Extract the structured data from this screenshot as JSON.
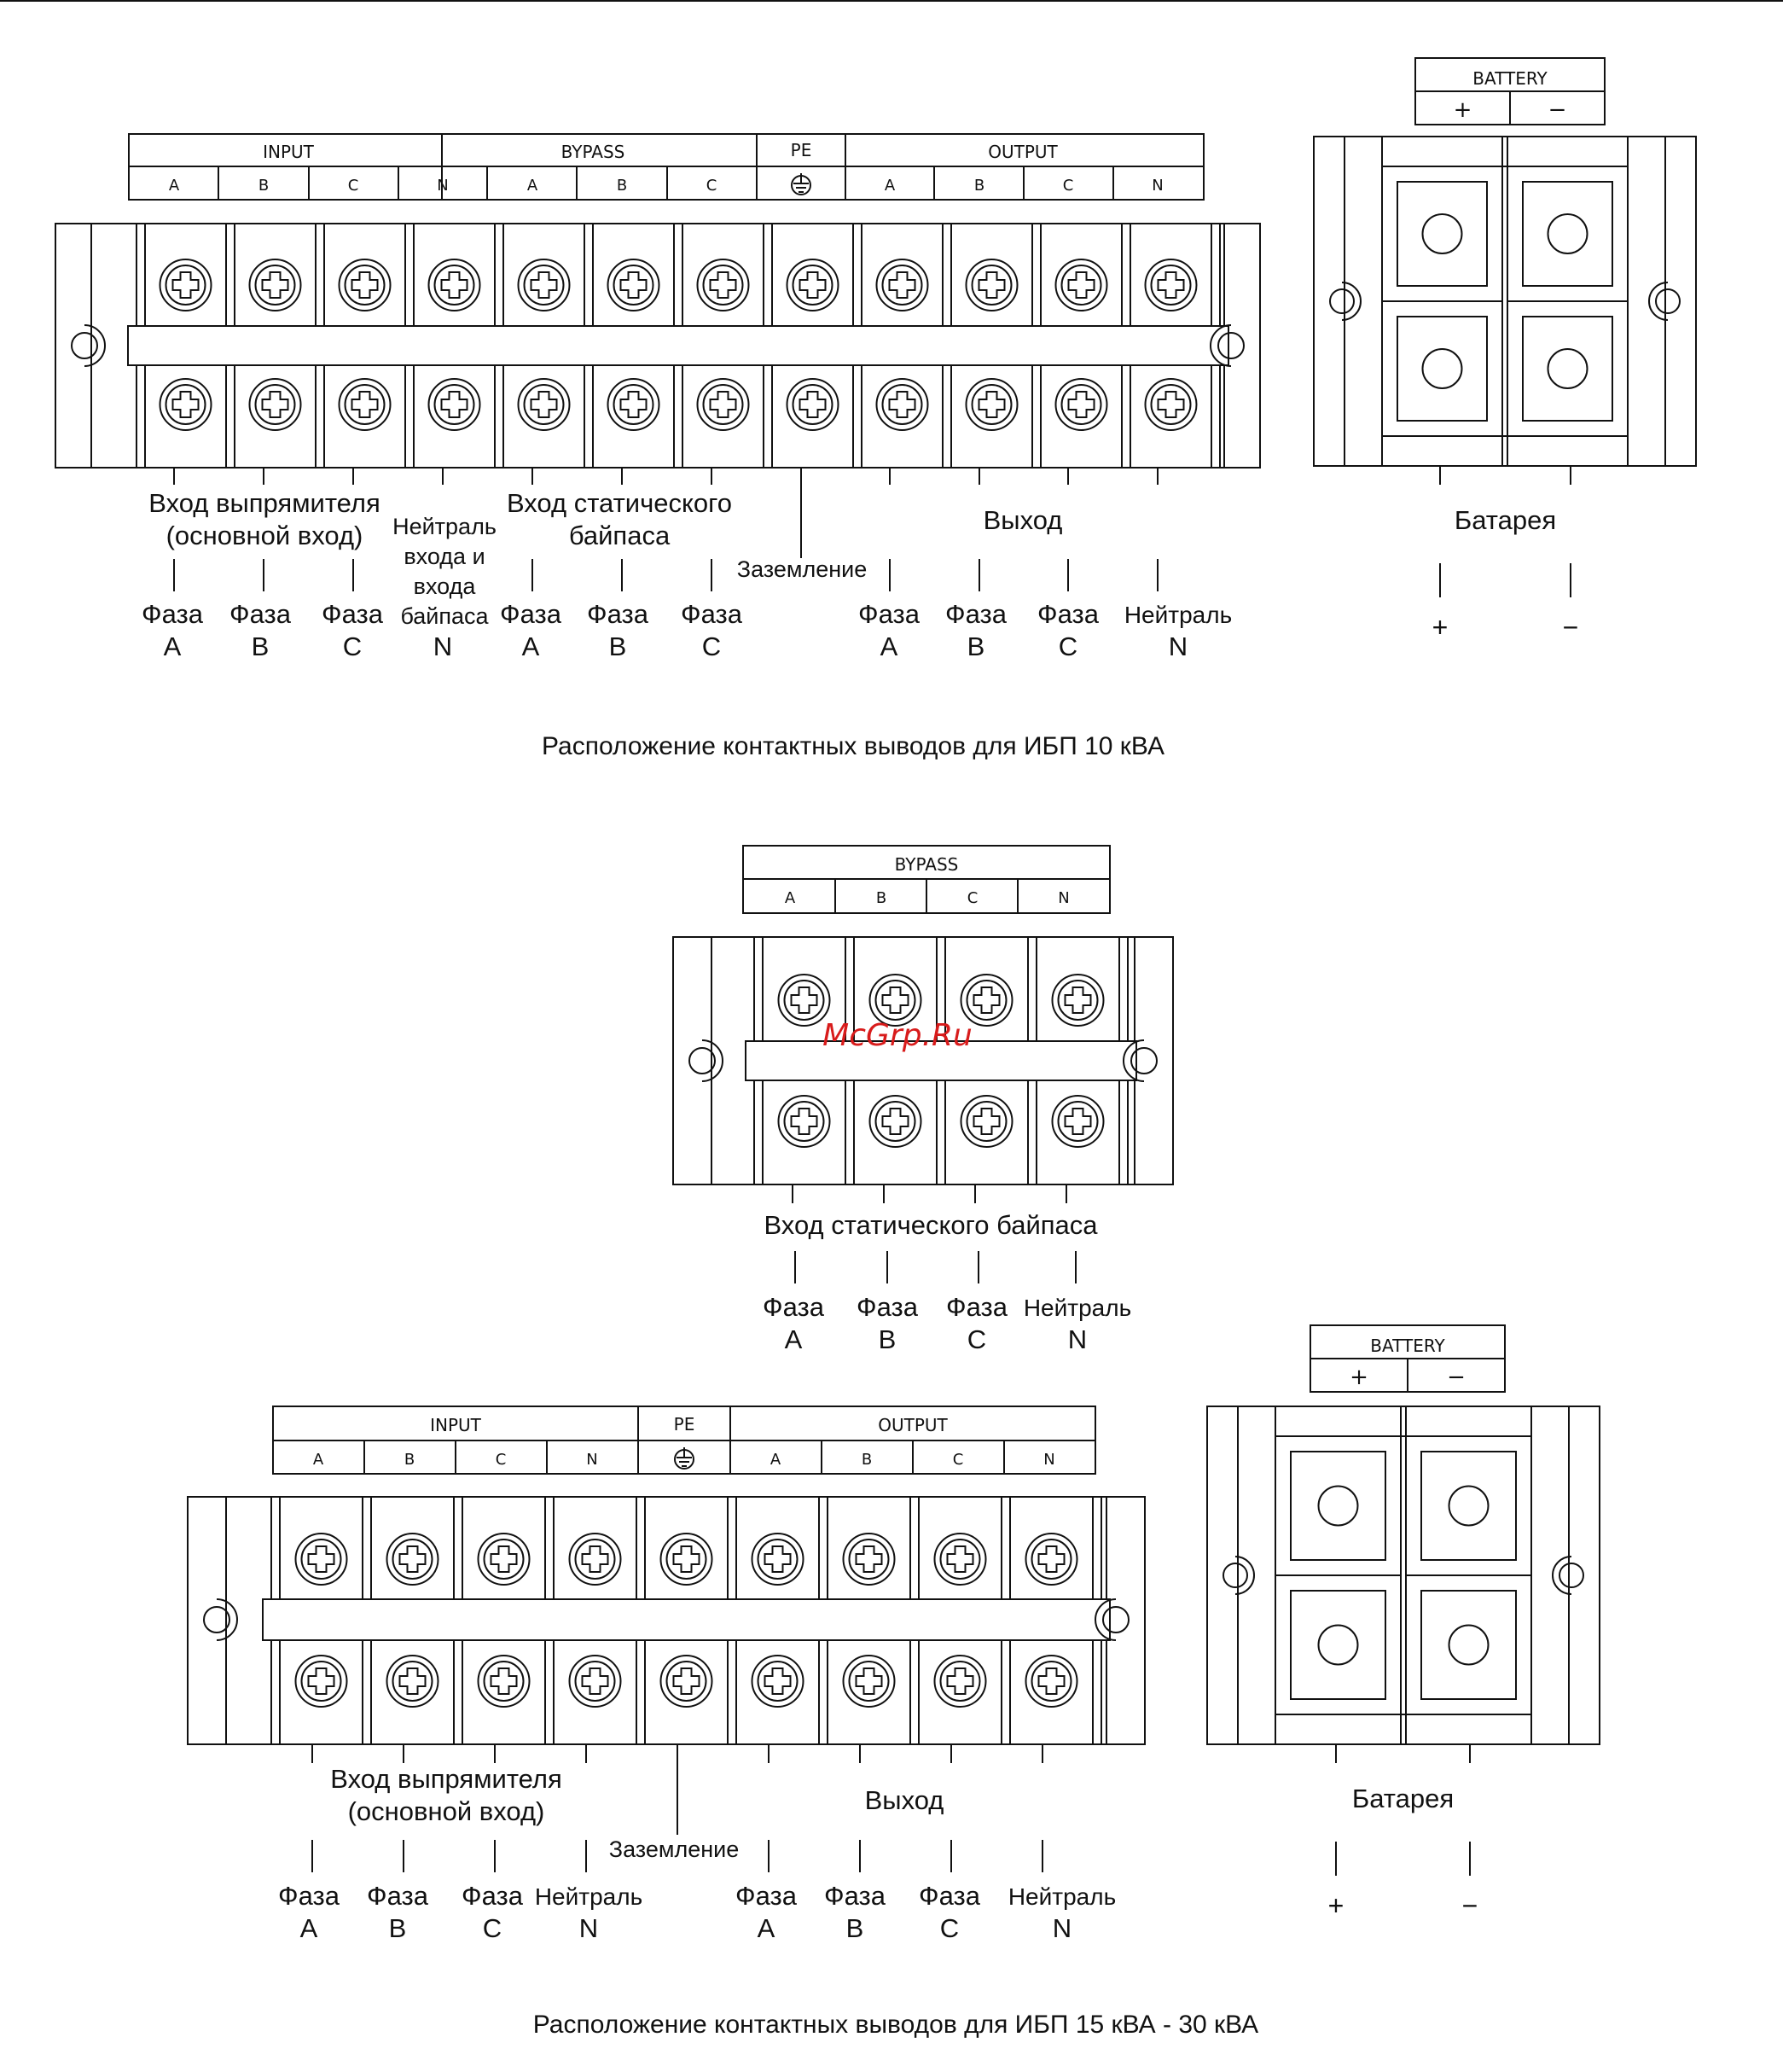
{
  "watermark": "McGrp.Ru",
  "colors": {
    "ink": "#111111",
    "background": "#ffffff",
    "watermark": "#d81b1b"
  },
  "icons": {
    "screw": "terminal-screw-icon",
    "ground": "ground-symbol-icon"
  },
  "diagram10": {
    "caption": "Расположение контактных выводов для ИБП 10 кВА",
    "header_groups": [
      "INPUT",
      "BYPASS",
      "PE",
      "OUTPUT"
    ],
    "terminal_codes": [
      "A",
      "B",
      "C",
      "N",
      "A",
      "B",
      "C",
      "",
      "A",
      "B",
      "C",
      "N"
    ],
    "group_labels": [
      {
        "lines": [
          "Вход выпрямителя",
          "(основной вход)"
        ]
      },
      {
        "lines": [
          "Нейтраль",
          "входа и",
          "входа",
          "байпаса"
        ]
      },
      {
        "lines": [
          "Вход статического",
          "байпаса"
        ]
      },
      {
        "lines": [
          "Заземление"
        ]
      },
      {
        "lines": [
          "Выход"
        ]
      }
    ],
    "bottom_labels": [
      {
        "name": "Фаза",
        "code": "A"
      },
      {
        "name": "Фаза",
        "code": "B"
      },
      {
        "name": "Фаза",
        "code": "C"
      },
      {
        "name": "",
        "code": "N"
      },
      {
        "name": "Фаза",
        "code": "A"
      },
      {
        "name": "Фаза",
        "code": "B"
      },
      {
        "name": "Фаза",
        "code": "C"
      },
      {
        "name": "Фаза",
        "code": "A"
      },
      {
        "name": "Фаза",
        "code": "B"
      },
      {
        "name": "Фаза",
        "code": "C"
      },
      {
        "name": "Нейтраль",
        "code": "N"
      }
    ],
    "battery": {
      "header": "BATTERY",
      "plus": "+",
      "minus": "−",
      "label": "Батарея"
    }
  },
  "bypass_block": {
    "header": "BYPASS",
    "terminal_codes": [
      "A",
      "B",
      "C",
      "N"
    ],
    "label": "Вход статического байпаса",
    "bottom_labels": [
      {
        "name": "Фаза",
        "code": "A"
      },
      {
        "name": "Фаза",
        "code": "B"
      },
      {
        "name": "Фаза",
        "code": "C"
      },
      {
        "name": "Нейтраль",
        "code": "N"
      }
    ]
  },
  "diagram15": {
    "caption": "Расположение контактных выводов для ИБП 15 кВА - 30 кВА",
    "header_groups": [
      "INPUT",
      "PE",
      "OUTPUT"
    ],
    "terminal_codes": [
      "A",
      "B",
      "C",
      "N",
      "",
      "A",
      "B",
      "C",
      "N"
    ],
    "group_labels": [
      {
        "lines": [
          "Вход выпрямителя",
          "(основной вход)"
        ]
      },
      {
        "lines": [
          "Заземление"
        ]
      },
      {
        "lines": [
          "Выход"
        ]
      }
    ],
    "bottom_labels": [
      {
        "name": "Фаза",
        "code": "A"
      },
      {
        "name": "Фаза",
        "code": "B"
      },
      {
        "name": "Фаза",
        "code": "C"
      },
      {
        "name": "Нейтраль",
        "code": "N"
      },
      {
        "name": "Фаза",
        "code": "A"
      },
      {
        "name": "Фаза",
        "code": "B"
      },
      {
        "name": "Фаза",
        "code": "C"
      },
      {
        "name": "Нейтраль",
        "code": "N"
      }
    ],
    "battery": {
      "header": "BATTERY",
      "plus": "+",
      "minus": "−",
      "label": "Батарея"
    }
  }
}
